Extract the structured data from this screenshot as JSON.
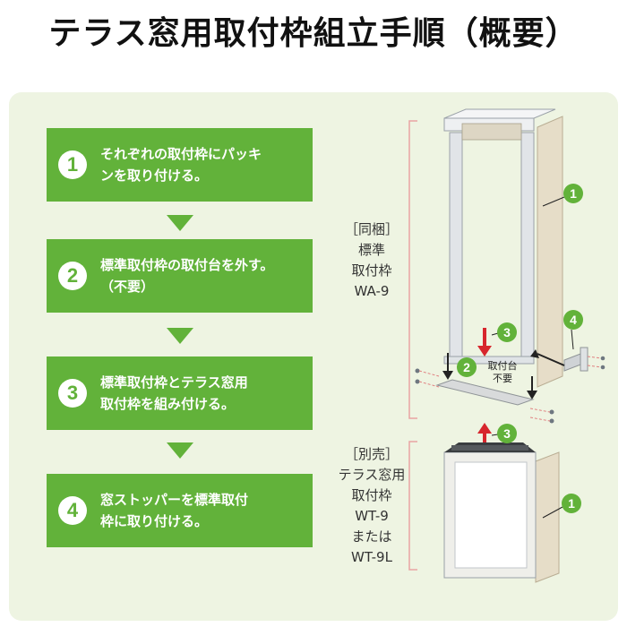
{
  "title": "テラス窓用取付枠組立手順（概要）",
  "steps": [
    {
      "num": "1",
      "text": "それぞれの取付枠にパッキ\nンを取り付ける。"
    },
    {
      "num": "2",
      "text": "標準取付枠の取付台を外す。\n（不要）"
    },
    {
      "num": "3",
      "text": "標準取付枠とテラス窓用\n取付枠を組み付ける。"
    },
    {
      "num": "4",
      "text": "窓ストッパーを標準取付\n枠に取り付ける。"
    }
  ],
  "labels": {
    "bundled": "［同梱］\n標準\n取付枠\nWA-9",
    "sold_separately": "［別売］\nテラス窓用\n取付枠\nWT-9\nまたは\nWT-9L"
  },
  "callouts": {
    "c1_top": "1",
    "c1_bottom": "1",
    "c2": "2",
    "c3_top": "3",
    "c3_bottom": "3",
    "c4": "4",
    "mount_note": "取付台\n不要"
  },
  "colors": {
    "green": "#62b23a",
    "panel": "#eef4e2",
    "bracket": "#e8a3a3",
    "arrow_red": "#d7262d",
    "frame": "#e9e2d2"
  }
}
